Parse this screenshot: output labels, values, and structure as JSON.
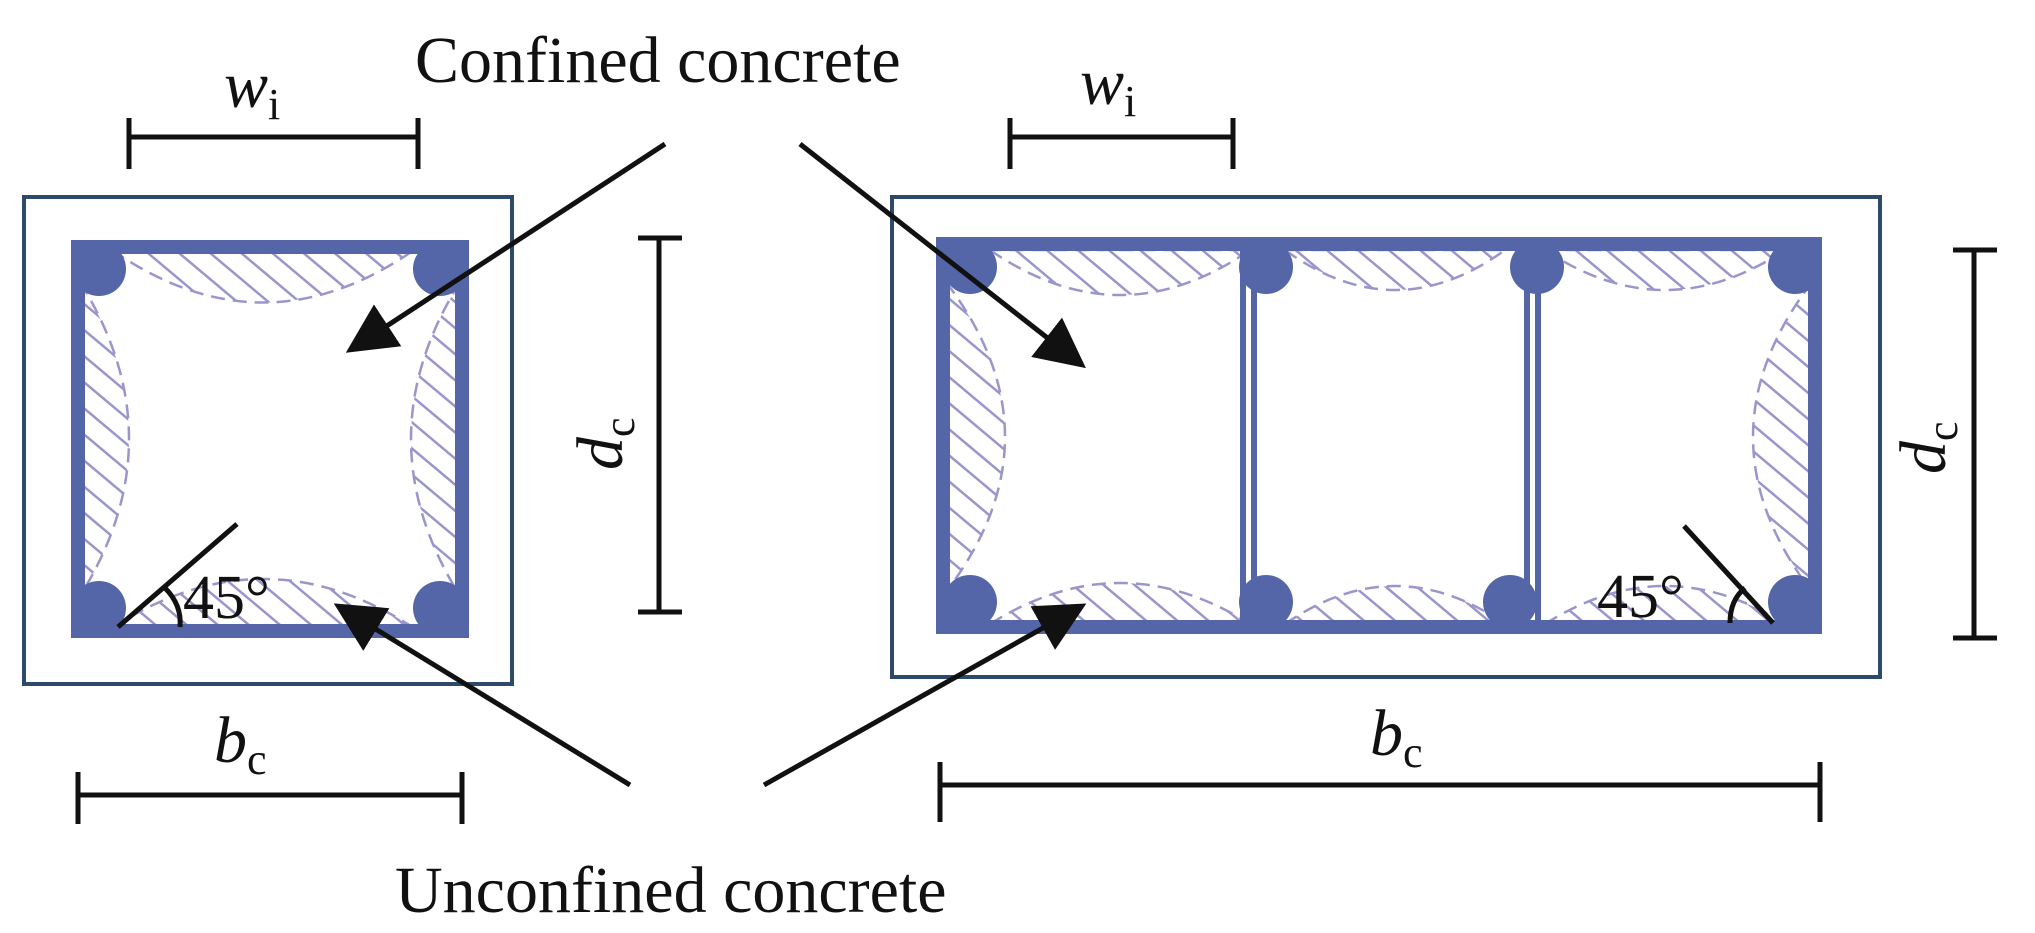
{
  "labels": {
    "confined": "Confined concrete",
    "unconfined": "Unconfined concrete",
    "w_var": "w",
    "w_sub": "i",
    "b_var": "b",
    "b_sub": "c",
    "d_var": "d",
    "d_sub": "c",
    "angle": "45°"
  },
  "colors": {
    "stirrup": "#5466a8",
    "hatch": "#9a96cc",
    "outline": "#2e4a6b",
    "ink": "#111111"
  }
}
